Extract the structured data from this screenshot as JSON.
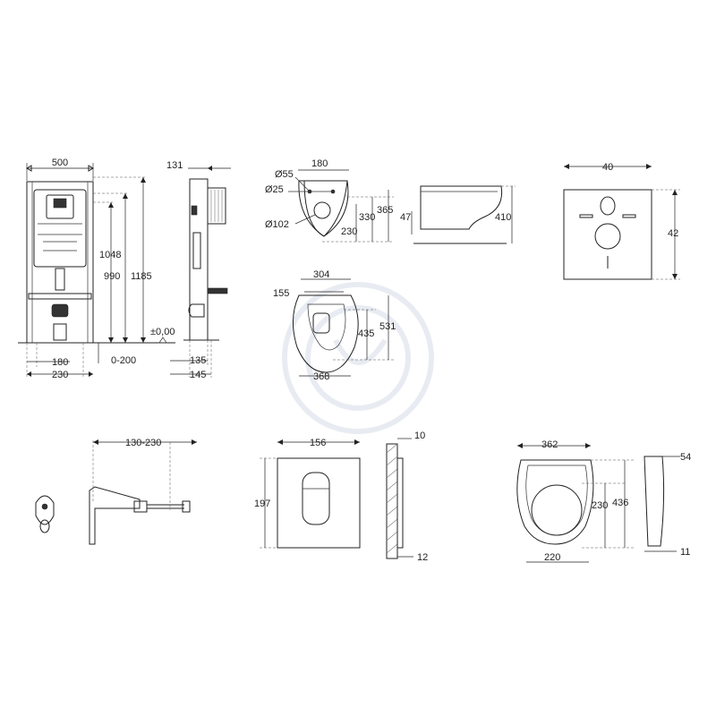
{
  "frame_views": {
    "front_width": "500",
    "height_a": "1048",
    "height_b": "990",
    "height_total": "1185",
    "base_inner": "180",
    "base_outer": "230",
    "adjust_range": "0-200",
    "floor_level": "±0,00",
    "side_top": "131",
    "side_depth_a": "135",
    "side_depth_b": "145"
  },
  "bowl_top": {
    "d55": "Ø55",
    "d25": "Ø25",
    "d102": "Ø102",
    "width": "180",
    "dim_230": "230",
    "dim_330": "330",
    "dim_365": "365"
  },
  "bowl_side": {
    "dim_47": "47",
    "dim_410": "410"
  },
  "bowl_bottom": {
    "width_top": "304",
    "dim_155": "155",
    "dim_435": "435",
    "dim_531": "531",
    "width_bottom": "368"
  },
  "mat": {
    "width": "40",
    "height": "42"
  },
  "pipe": {
    "range": "130-230"
  },
  "plate": {
    "width": "156",
    "height": "197",
    "depth_top": "10",
    "depth_bottom": "12"
  },
  "seat": {
    "width": "362",
    "dim_230": "230",
    "dim_436": "436",
    "width_bottom": "220",
    "side_top": "54",
    "side_bottom": "11"
  }
}
